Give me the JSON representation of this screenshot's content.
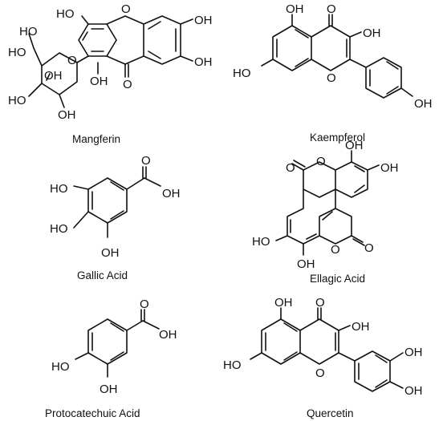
{
  "compounds": {
    "mangferin": {
      "name": "Mangferin",
      "atoms": {
        "ho_sugar_top": "HO",
        "ho_sugar_left": "HO",
        "oh_sugar_ring": "OH",
        "ho_sugar_bottom": "HO",
        "oh_sugar_lower": "OH",
        "ho_top": "HO",
        "ring_o_top": "O",
        "oh_right_upper": "OH",
        "oh_right_lower": "OH",
        "oh_bottom": "OH",
        "carbonyl_o": "O",
        "ring_o_sugar": "O"
      }
    },
    "kaempferol": {
      "name": "Kaempferol",
      "atoms": {
        "oh_top": "OH",
        "carbonyl_o": "O",
        "oh_c3": "OH",
        "ho_left": "HO",
        "ring_o": "O",
        "oh_phenyl": "OH"
      }
    },
    "gallic_acid": {
      "name": "Gallic Acid",
      "atoms": {
        "ho_upper": "HO",
        "ho_lower": "HO",
        "oh_bottom": "OH",
        "carbonyl_o": "O",
        "oh_acid": "OH"
      }
    },
    "ellagic_acid": {
      "name": "Ellagic Acid",
      "atoms": {
        "carbonyl_o_left": "O",
        "ring_o_top": "O",
        "oh_top": "OH",
        "oh_right": "OH",
        "ho_left": "HO",
        "oh_bottom": "OH",
        "ring_o_bottom": "O",
        "carbonyl_o_right": "O"
      }
    },
    "protocatechuic_acid": {
      "name": "Protocatechuic Acid",
      "atoms": {
        "carbonyl_o": "O",
        "oh_acid": "OH",
        "ho_left": "HO",
        "oh_bottom": "OH"
      }
    },
    "quercetin": {
      "name": "Quercetin",
      "atoms": {
        "oh_top": "OH",
        "carbonyl_o": "O",
        "oh_c3": "OH",
        "ho_left": "HO",
        "ring_o": "O",
        "oh_phenyl_upper": "OH",
        "oh_phenyl_lower": "OH"
      }
    }
  }
}
